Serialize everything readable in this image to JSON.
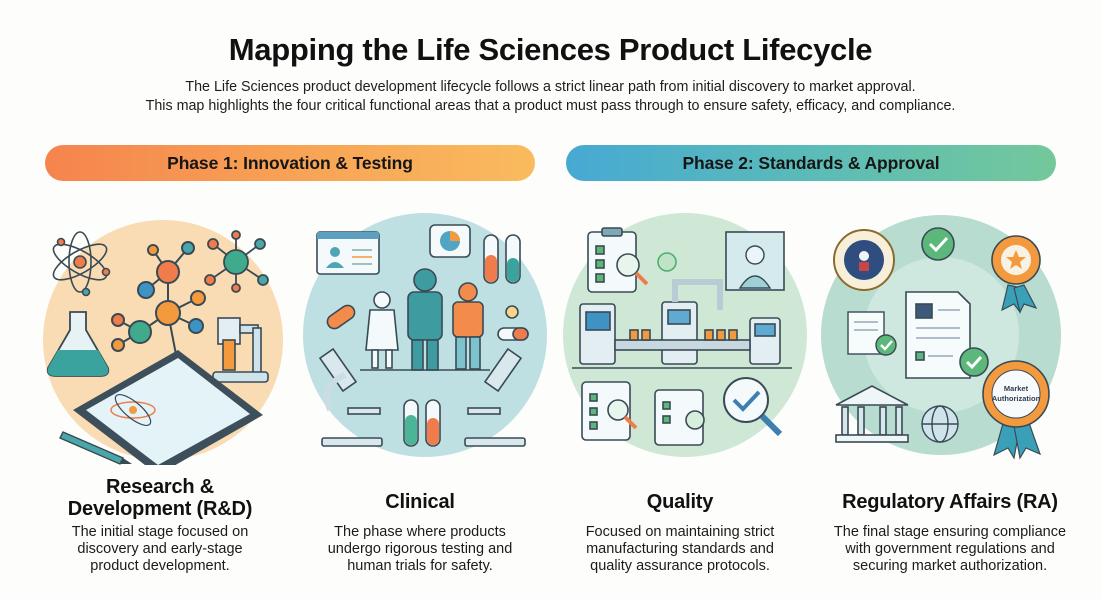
{
  "header": {
    "title": "Mapping the Life Sciences Product Lifecycle",
    "subtitle_line1": "The Life Sciences product development lifecycle follows a strict linear path from initial discovery to market approval.",
    "subtitle_line2": "This map highlights the four critical functional areas that a product must pass through to ensure safety, efficacy, and compliance."
  },
  "phases": [
    {
      "label": "Phase 1: Innovation & Testing",
      "colors": [
        "#f5844d",
        "#f9bb5e"
      ]
    },
    {
      "label": "Phase 2: Standards & Approval",
      "colors": [
        "#47a9d3",
        "#73c89a"
      ]
    }
  ],
  "stages": [
    {
      "title_line1": "Research &",
      "title_line2": "Development (R&D)",
      "description_line1": "The initial stage focused on",
      "description_line2": "discovery and early-stage",
      "description_line3": "product development.",
      "illustration": "molecules-flask-tablet-microscope",
      "bg_color": "#f9dcb3"
    },
    {
      "title": "Clinical",
      "description_line1": "The phase where products",
      "description_line2": "undergo rigorous testing and",
      "description_line3": "human trials for safety.",
      "illustration": "patients-microscopes-pills-test-tubes",
      "bg_color": "#bfe0e3"
    },
    {
      "title": "Quality",
      "description_line1": "Focused on maintaining strict",
      "description_line2": "manufacturing standards and",
      "description_line3": "quality assurance protocols.",
      "illustration": "assembly-line-checklists-magnifier",
      "bg_color": "#cfe8d6"
    },
    {
      "title": "Regulatory Affairs (RA)",
      "description_line1": "The final stage ensuring compliance",
      "description_line2": "with government regulations and",
      "description_line3": "securing market authorization.",
      "illustration": "documents-seal-badges-government",
      "bg_color": "#b8ddd0",
      "badge_text_line1": "Market",
      "badge_text_line2": "Authorization"
    }
  ]
}
